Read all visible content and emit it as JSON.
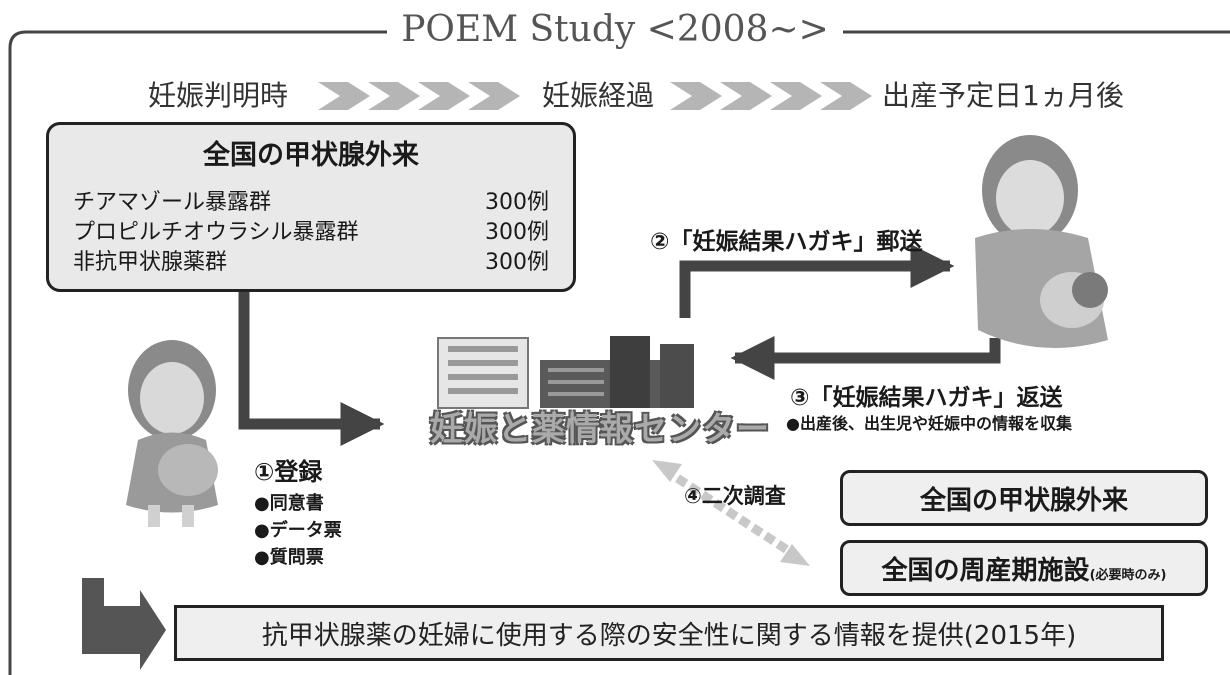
{
  "title": "POEM Study <2008~>",
  "timeline": {
    "stage_1": "妊娠判明時",
    "stage_2": "妊娠経過",
    "stage_3": "出産予定日1ヵ月後"
  },
  "clinics_panel": {
    "title": "全国の甲状腺外来",
    "groups": [
      {
        "name": "チアマゾール暴露群",
        "count": "300例"
      },
      {
        "name": "プロピルチオウラシル暴露群",
        "count": "300例"
      },
      {
        "name": "非抗甲状腺薬群",
        "count": "300例"
      }
    ]
  },
  "center": {
    "label": "妊娠と薬情報センター"
  },
  "steps": {
    "step_1": {
      "label": "①登録",
      "items": [
        "●同意書",
        "●データ票",
        "●質問票"
      ]
    },
    "step_2": {
      "label": "②「妊娠結果ハガキ」郵送"
    },
    "step_3": {
      "label": "③「妊娠結果ハガキ」返送",
      "note": "●出産後、出生児や妊娠中の情報を収集"
    },
    "step_4": {
      "label": "④二次調査"
    }
  },
  "followup": {
    "box_1": "全国の甲状腺外来",
    "box_2_main": "全国の周産期施設",
    "box_2_note": "(必要時のみ)"
  },
  "result": "抗甲状腺薬の妊婦に使用する際の安全性に関する情報を提供(2015年)",
  "colors": {
    "frame": "#444444",
    "panel_fill": "#e9e9e9",
    "arrow": "#444444",
    "chevron": "#b5b5b5",
    "dashed_arrow": "#c8c8c8"
  }
}
